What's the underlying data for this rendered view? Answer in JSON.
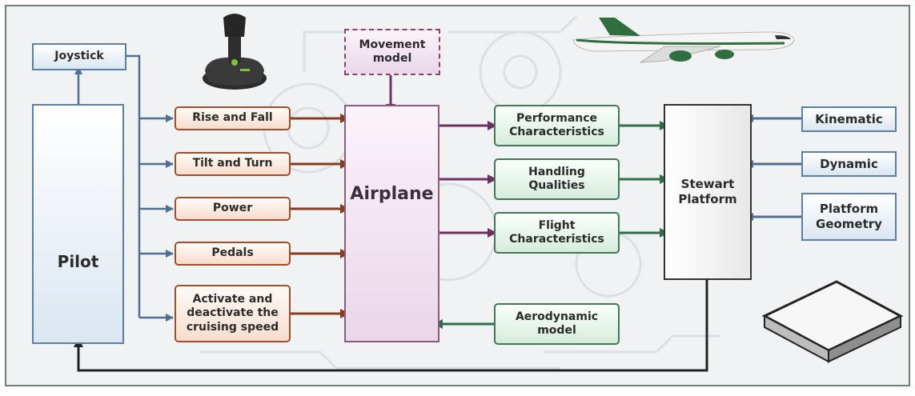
{
  "nodes": {
    "joystick": "Joystick",
    "pilot": "Pilot",
    "rise_fall": "Rise and Fall",
    "tilt_turn": "Tilt and Turn",
    "power": "Power",
    "pedals": "Pedals",
    "cruise": "Activate and\ndeactivate the\ncruising speed",
    "movement_model": "Movement\nmodel",
    "airplane": "Airplane",
    "performance": "Performance\nCharacteristics",
    "handling": "Handling\nQualities",
    "flight": "Flight\nCharacteristics",
    "aerodynamic": "Aerodynamic\nmodel",
    "stewart": "Stewart\nPlatform",
    "kinematic": "Kinematic",
    "dynamic": "Dynamic",
    "geometry": "Platform\nGeometry"
  },
  "colors": {
    "control_arrow": "#8a3a1f",
    "pilot_arrow": "#4d6f92",
    "output_arrow": "#6e2f63",
    "green_arrow": "#2f6e4a",
    "feedback_arrow": "#222222"
  },
  "icons": [
    "joystick-icon",
    "pilot-icon",
    "speedometer-icon",
    "airplane-icon",
    "platform-icon"
  ]
}
